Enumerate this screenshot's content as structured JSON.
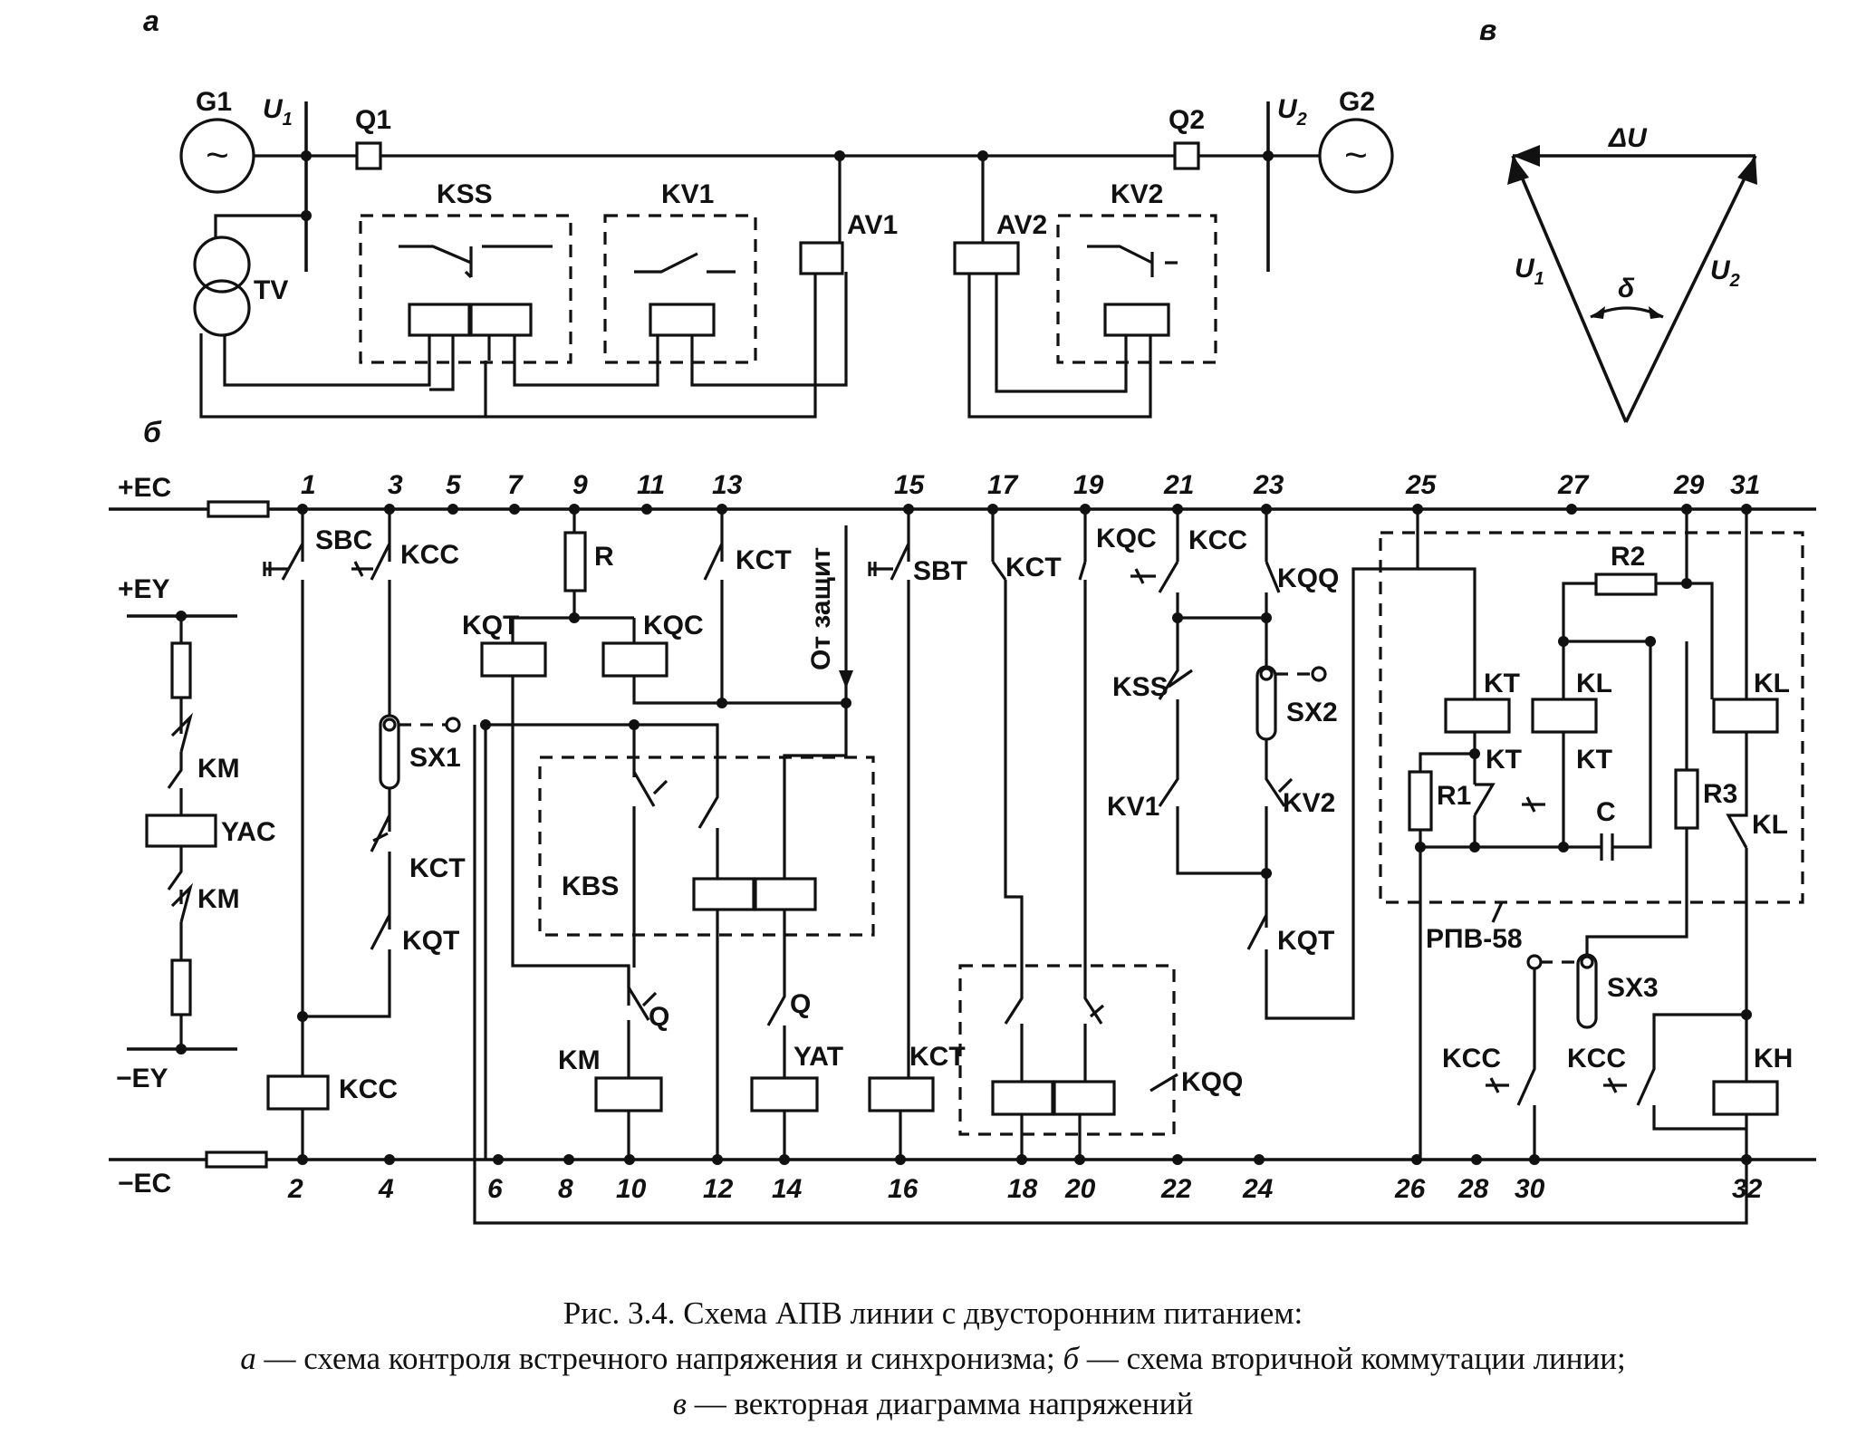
{
  "sections": {
    "a": "а",
    "b": "б",
    "v": "в"
  },
  "part_a": {
    "G1": "G1",
    "G2": "G2",
    "U1": "U",
    "U1_sub": "1",
    "U2": "U",
    "U2_sub": "2",
    "Q1": "Q1",
    "Q2": "Q2",
    "TV": "TV",
    "KSS": "KSS",
    "KV1": "KV1",
    "KV2": "KV2",
    "AV1": "AV1",
    "AV2": "AV2",
    "tilde": "~"
  },
  "part_v": {
    "dU": "ΔU",
    "U1": "U",
    "U1_sub": "1",
    "U2": "U",
    "U2_sub": "2",
    "delta": "δ"
  },
  "part_b": {
    "plus_EC": "+EC",
    "minus_EC": "−EC",
    "plus_EY": "+EY",
    "minus_EY": "−EY",
    "top_nodes": [
      "1",
      "3",
      "5",
      "7",
      "9",
      "11",
      "13",
      "15",
      "17",
      "19",
      "21",
      "23",
      "25",
      "27",
      "29",
      "31"
    ],
    "bottom_nodes": [
      "2",
      "4",
      "6",
      "8",
      "10",
      "12",
      "14",
      "16",
      "18",
      "20",
      "22",
      "24",
      "26",
      "28",
      "30",
      "32"
    ],
    "labels": {
      "SBC": "SBC",
      "KCC": "KCC",
      "KM": "KM",
      "YAC": "YAC",
      "SX1": "SX1",
      "KCT": "KCT",
      "KQT": "KQT",
      "R": "R",
      "KQC": "KQC",
      "from_prot": "От защит",
      "KBS": "KBS",
      "Q": "Q",
      "YAT": "YAT",
      "SBT": "SBT",
      "KQQ": "KQQ",
      "KSS": "KSS",
      "SX2": "SX2",
      "KV1": "KV1",
      "KV2": "KV2",
      "R2": "R2",
      "KT": "KT",
      "KL": "KL",
      "R1": "R1",
      "C": "C",
      "R3": "R3",
      "RPV": "РПВ-58",
      "SX3": "SX3",
      "KH": "KH"
    }
  },
  "caption": {
    "line1": "Рис. 3.4. Схема АПВ линии с двусторонним питанием:",
    "a_letter": "а",
    "a_text": " — схема контроля встречного напряжения и синхронизма; ",
    "b_letter": "б",
    "b_text": " — схема вторичной коммутации линии;",
    "v_letter": "в",
    "v_text": " — векторная диаграмма напряжений"
  }
}
